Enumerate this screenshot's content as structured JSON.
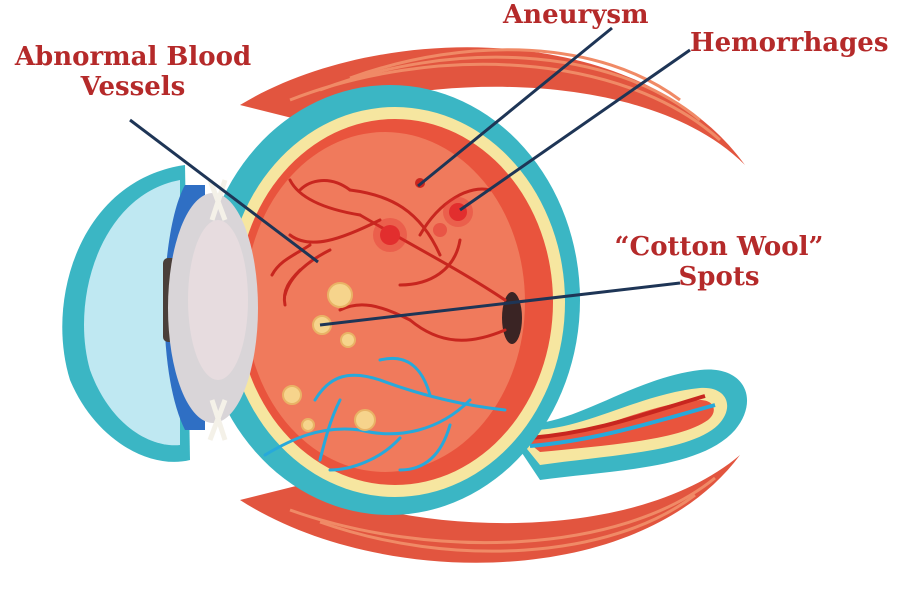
{
  "labels": {
    "abnormal_line1": "Abnormal Blood",
    "abnormal_line2": "Vessels",
    "aneurysm": "Aneurysm",
    "hemorrhages": "Hemorrhages",
    "cotton_line1": "“Cotton Wool”",
    "cotton_line2": "Spots"
  },
  "colors": {
    "label_text": "#b52a2a",
    "leader_line": "#1e3556",
    "muscle": "#e2553f",
    "muscle_stripe": "#f08a66",
    "sclera_outline": "#3bb6c4",
    "choroid_band": "#f6e6a0",
    "retina_inner": "#e9543d",
    "vitreous": "#f07a5c",
    "cornea": "#bfe8f2",
    "iris": "#2f6fc4",
    "lens": "#d9d5d8",
    "vessel_red": "#c8261f",
    "vessel_blue": "#27a9db",
    "hemorrhage": "#e22f2f",
    "cotton_spot": "#f6d48c"
  },
  "icons": [
    "eye-cross-section-illustration"
  ]
}
